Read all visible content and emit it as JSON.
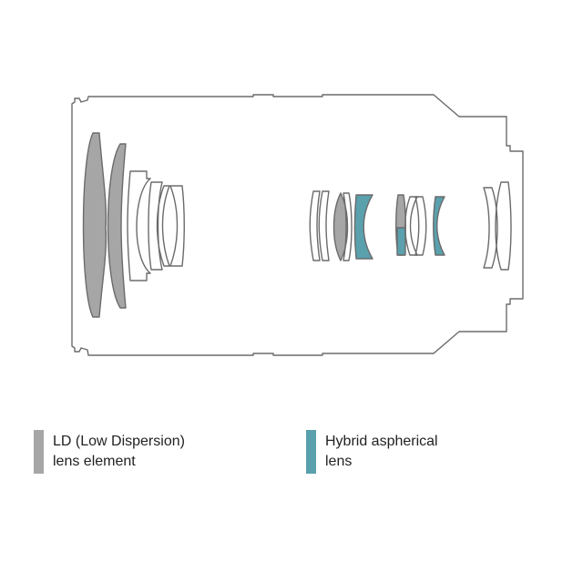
{
  "colors": {
    "outline": "#6b6b6b",
    "ld": "#a6a6a6",
    "hybrid": "#5aa0ad"
  },
  "legend": {
    "ld": {
      "line1": "LD (Low Dispersion)",
      "line2": "lens element",
      "color": "#a6a6a6"
    },
    "hybrid": {
      "line1": "Hybrid aspherical",
      "line2": "lens",
      "color": "#5aa0ad"
    }
  }
}
